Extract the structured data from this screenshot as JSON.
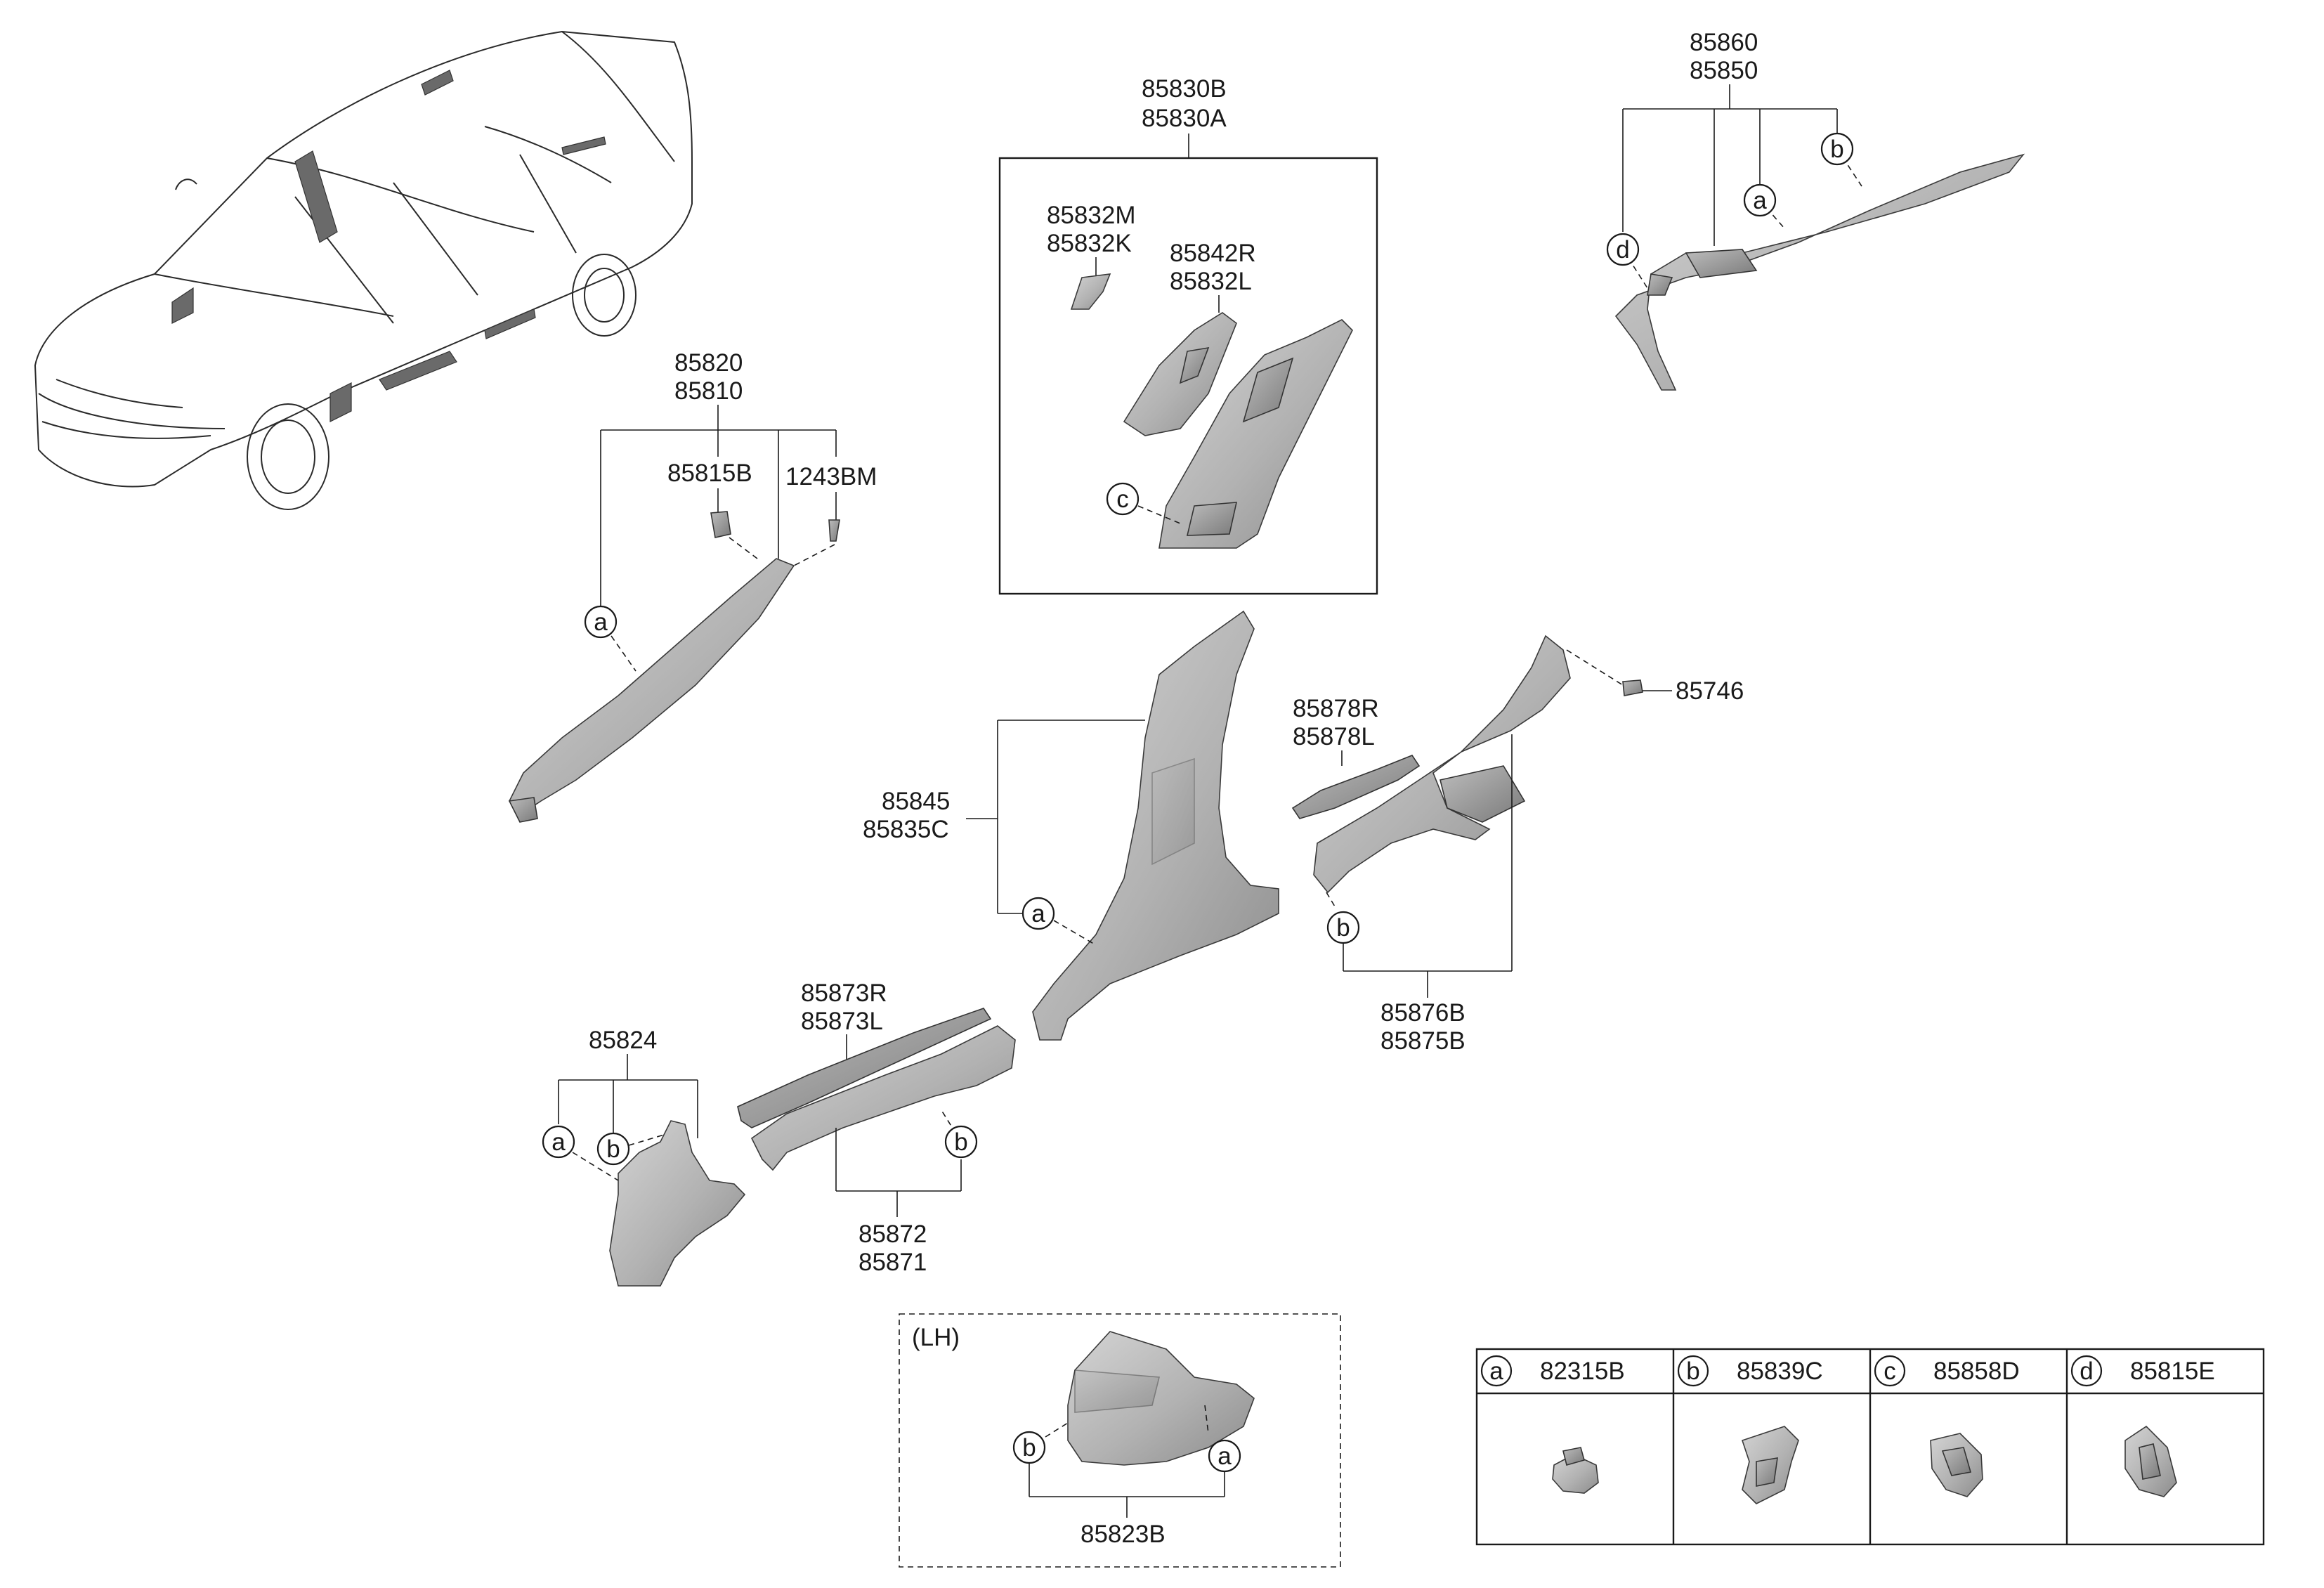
{
  "labels": {
    "p85830": [
      "85830B",
      "85830A"
    ],
    "p85832M": [
      "85832M",
      "85832K"
    ],
    "p85842R": [
      "85842R",
      "85832L"
    ],
    "p85860": [
      "85860",
      "85850"
    ],
    "p85820": [
      "85820",
      "85810"
    ],
    "p85815B": "85815B",
    "p1243BM": "1243BM",
    "p85746": "85746",
    "p85878R": [
      "85878R",
      "85878L"
    ],
    "p85845": [
      "85845",
      "85835C"
    ],
    "p85876B": [
      "85876B",
      "85875B"
    ],
    "p85873R": [
      "85873R",
      "85873L"
    ],
    "p85824": "85824",
    "p85872": [
      "85872",
      "85871"
    ],
    "lh": "(LH)",
    "p85823B": "85823B"
  },
  "callouts": [
    "a",
    "b",
    "c",
    "d"
  ],
  "legend": [
    {
      "letter": "a",
      "part": "82315B"
    },
    {
      "letter": "b",
      "part": "85839C"
    },
    {
      "letter": "c",
      "part": "85858D"
    },
    {
      "letter": "d",
      "part": "85815E"
    }
  ]
}
